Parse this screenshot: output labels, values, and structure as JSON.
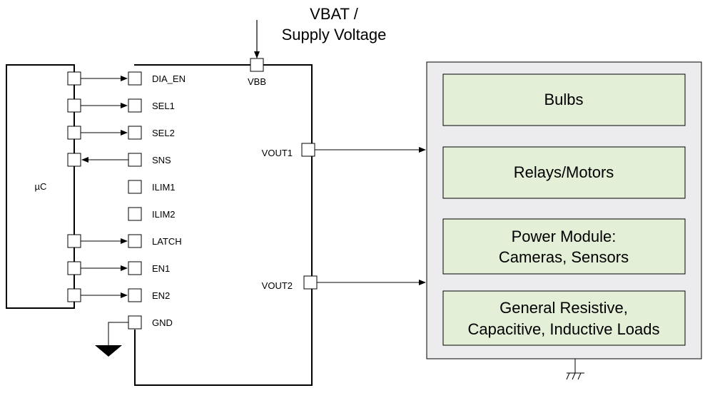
{
  "supply": {
    "line1": "VBAT /",
    "line2": "Supply Voltage"
  },
  "mcu": {
    "label": "µC"
  },
  "device": {
    "vbb_label": "VBB",
    "pins": [
      "DIA_EN",
      "SEL1",
      "SEL2",
      "SNS",
      "ILIM1",
      "ILIM2",
      "LATCH",
      "EN1",
      "EN2",
      "GND"
    ],
    "outputs": [
      "VOUT1",
      "VOUT2"
    ]
  },
  "loads": {
    "bulbs": [
      "Bulbs"
    ],
    "relays": [
      "Relays/Motors"
    ],
    "power_module": [
      "Power Module:",
      "Cameras, Sensors"
    ],
    "general": [
      "General Resistive,",
      "Capacitive, Inductive Loads"
    ]
  },
  "colors": {
    "stroke": "#000000",
    "load_fill": "#e3efd6",
    "load_panel_fill": "#ececee"
  }
}
